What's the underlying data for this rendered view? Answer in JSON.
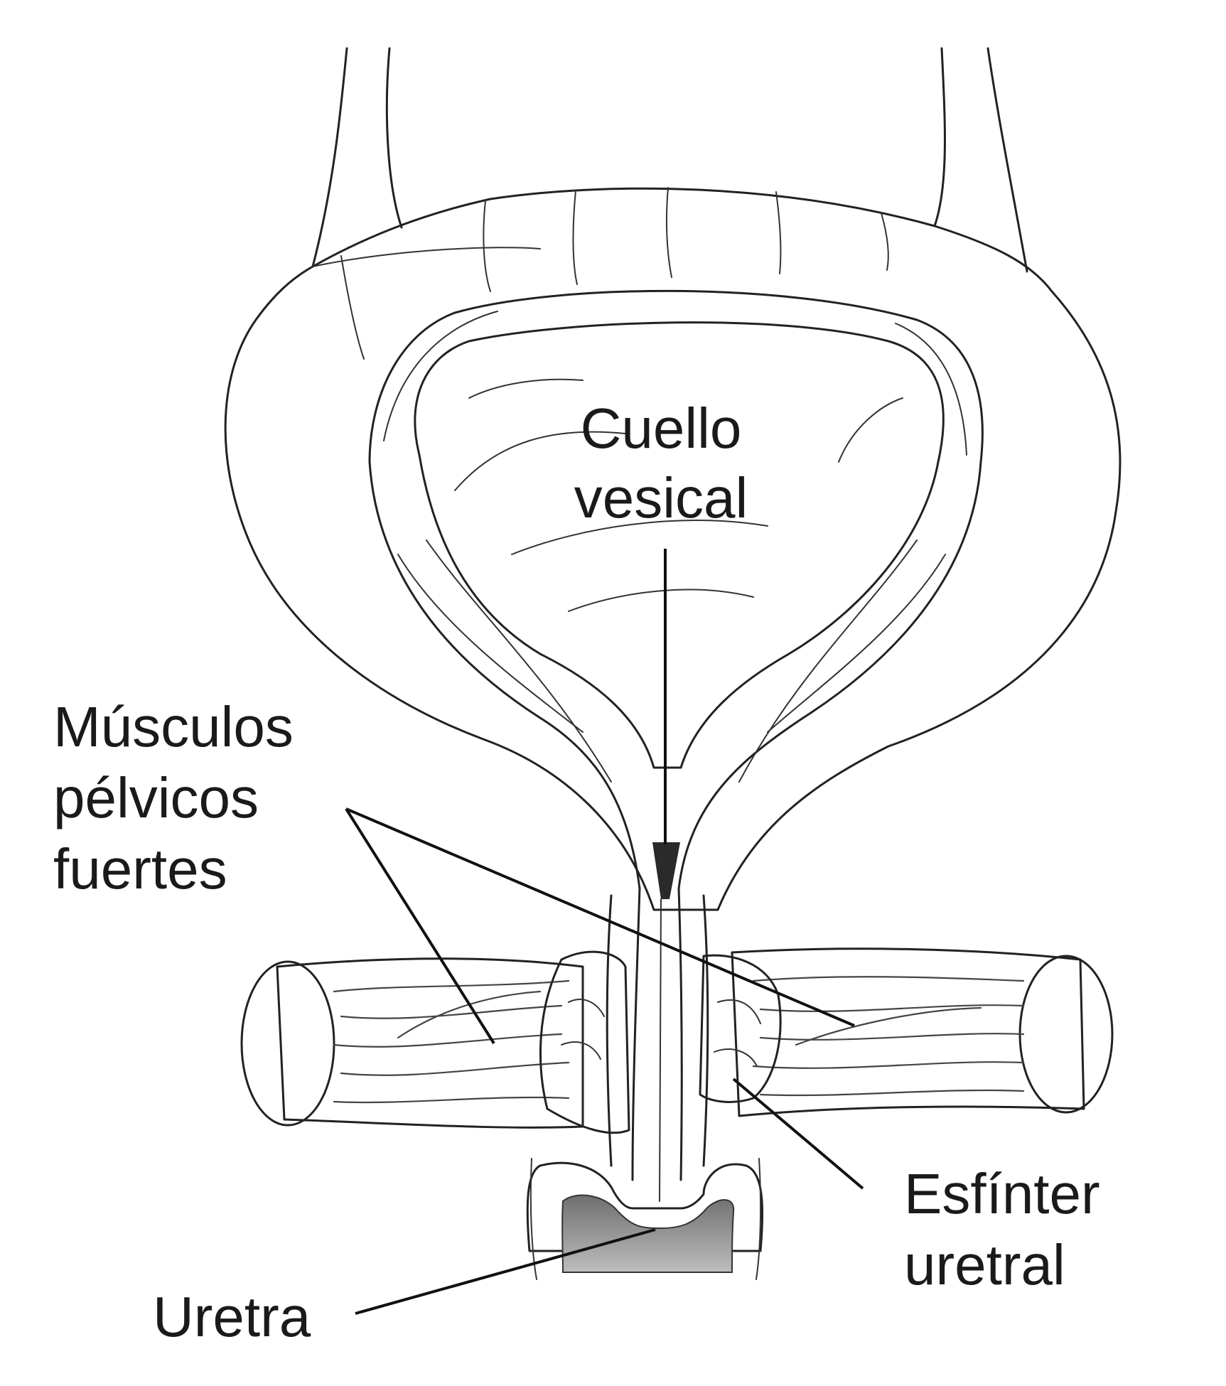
{
  "labels": {
    "bladder_neck_line1": "Cuello",
    "bladder_neck_line2": "vesical",
    "pelvic_muscles_line1": "Músculos",
    "pelvic_muscles_line2": "pélvicos",
    "pelvic_muscles_line3": "fuertes",
    "sphincter_line1": "Esfínter",
    "sphincter_line2": "uretral",
    "urethra": "Uretra"
  },
  "colors": {
    "ink": "#222222",
    "shade": "#888888",
    "background": "#ffffff"
  }
}
